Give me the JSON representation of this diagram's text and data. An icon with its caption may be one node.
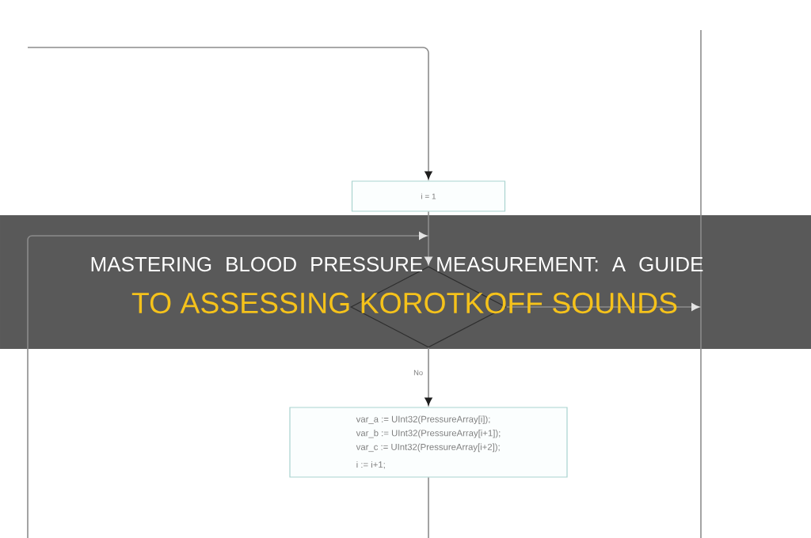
{
  "diagram": {
    "title": "MASTERING BLOOD PRESSURE MEASUREMENT: A GUIDE",
    "nodes": [
      {
        "text": [
          "i = 1"
        ]
      },
      {
        "text": [],
        "shape": "diamond"
      },
      {
        "text": [
          "var_a := UInt32(PressureArray[i]);",
          "var_b := UInt32(PressureArray[i+1]);",
          "var_c := UInt32(PressureArray[i+2]);",
          "i := i+1;"
        ]
      }
    ],
    "edges": [
      {
        "from": null,
        "to": 0,
        "arrow": "to"
      },
      {
        "from": 0,
        "to": 1,
        "arrow": "to"
      },
      {
        "from": 1,
        "to": 2,
        "arrow": "to",
        "label": "No"
      },
      {
        "from": 1,
        "to": null,
        "arrow": "to"
      },
      {
        "from": 2,
        "to": null,
        "arrow": "none"
      },
      {
        "from": null,
        "to": 1,
        "arrow": "to"
      }
    ],
    "labels": [
      "TO ASSESSING KOROTKOFF SOUNDS"
    ]
  }
}
